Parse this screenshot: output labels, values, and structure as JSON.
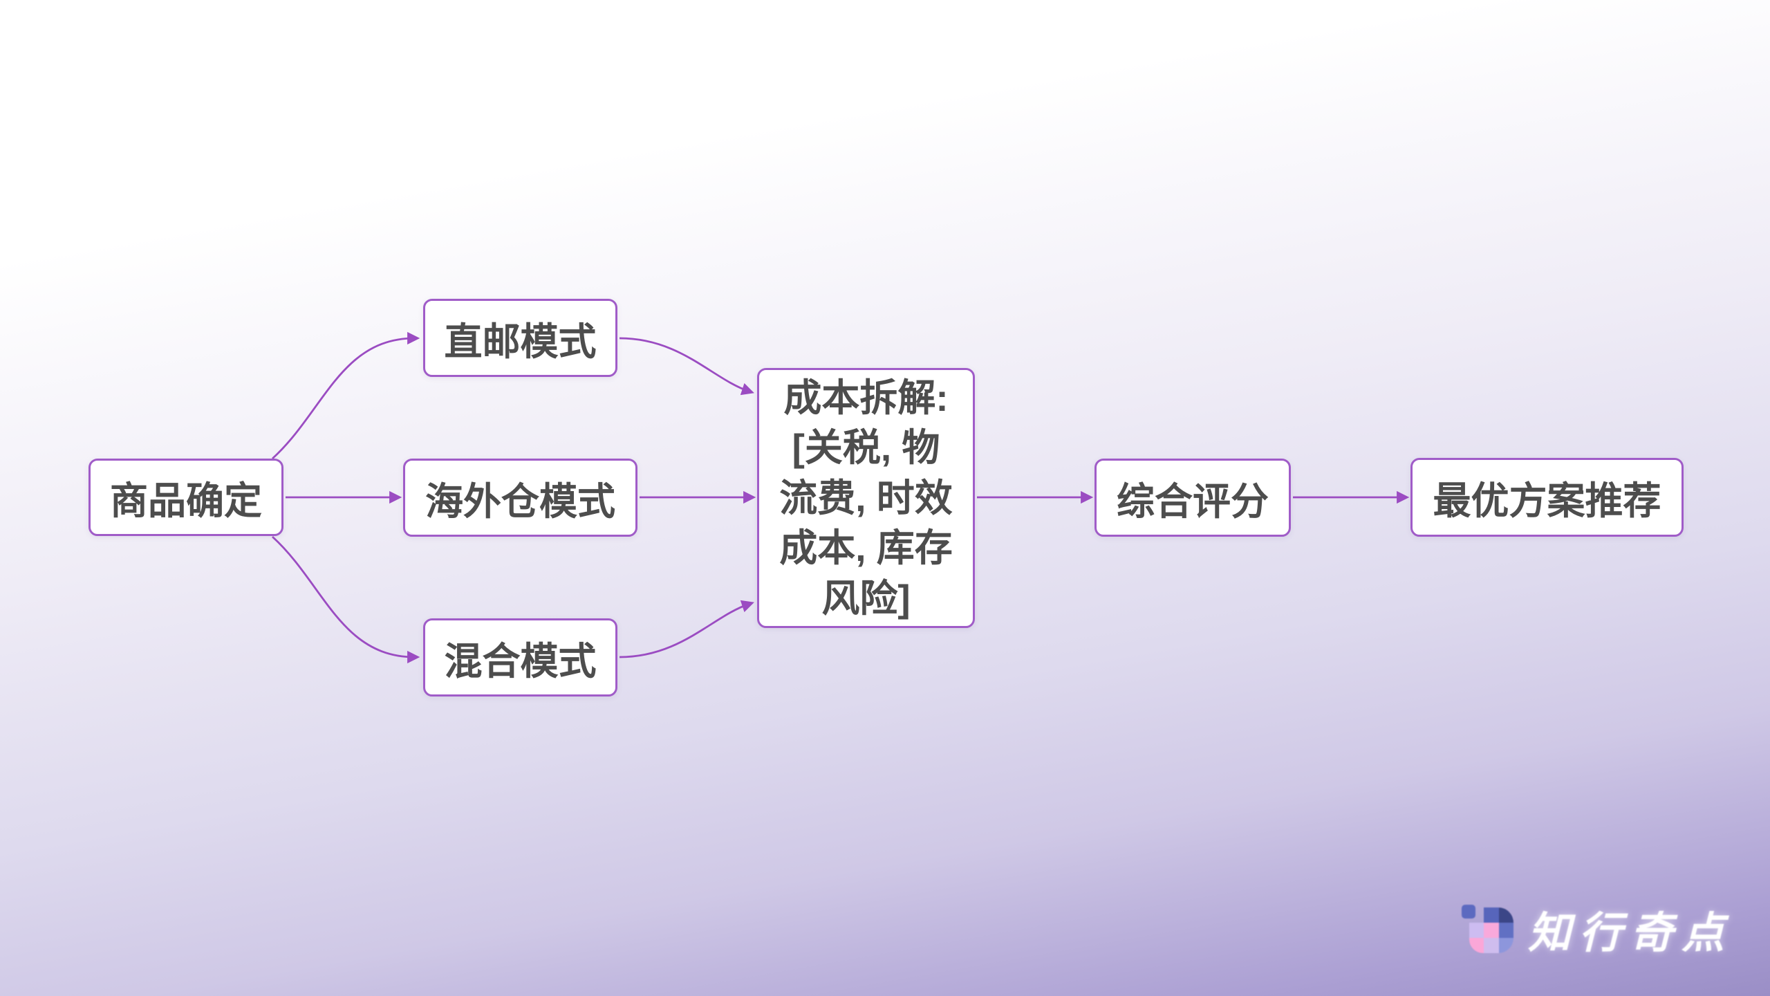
{
  "diagram": {
    "type": "flowchart",
    "nodes": [
      {
        "id": "start",
        "label": "商品确定"
      },
      {
        "id": "direct",
        "label": "直邮模式"
      },
      {
        "id": "overseas",
        "label": "海外仓模式"
      },
      {
        "id": "hybrid",
        "label": "混合模式"
      },
      {
        "id": "cost",
        "label": "成本拆解: [关税, 物流费, 时效成本, 库存风险]",
        "lines": [
          "成本拆解:",
          "[关税, 物",
          "流费, 时效",
          "成本, 库存",
          "风险]"
        ]
      },
      {
        "id": "score",
        "label": "综合评分"
      },
      {
        "id": "recommend",
        "label": "最优方案推荐"
      }
    ],
    "edges": [
      {
        "from": "商品确定",
        "to": "直邮模式"
      },
      {
        "from": "商品确定",
        "to": "海外仓模式"
      },
      {
        "from": "商品确定",
        "to": "混合模式"
      },
      {
        "from": "直邮模式",
        "to": "成本拆解"
      },
      {
        "from": "海外仓模式",
        "to": "成本拆解"
      },
      {
        "from": "混合模式",
        "to": "成本拆解"
      },
      {
        "from": "成本拆解",
        "to": "综合评分"
      },
      {
        "from": "综合评分",
        "to": "最优方案推荐"
      }
    ]
  },
  "logo": {
    "text": "知行奇点"
  },
  "colors": {
    "edge": "#9b4cc2",
    "node_border": "#a05cc8",
    "node_background": "#ffffff",
    "node_text": "#4d4d4d",
    "background_top_left": "#ffffff",
    "background_bottom_right": "#9a8ec6",
    "logo_text": "#ffffff",
    "logo_icon_palette": [
      "#5c6ac0",
      "#5765bb",
      "#3b4687",
      "#cdbcf1",
      "#f9a9db",
      "#6170c3",
      "#fba7d8",
      "#cfbdee",
      "#8d96dc"
    ]
  }
}
